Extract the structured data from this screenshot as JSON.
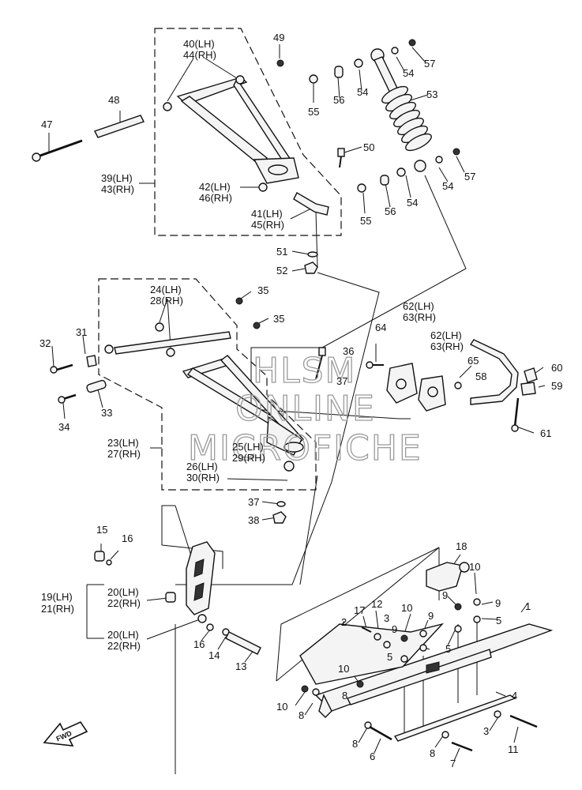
{
  "watermark": {
    "line1": "HLSM",
    "line2": "ONLINE",
    "line3": "MICROFICHE"
  },
  "fwd_label": "FWD",
  "labels": [
    {
      "id": "l49",
      "text": "49"
    },
    {
      "id": "l40",
      "text": "40(LH)"
    },
    {
      "id": "l44",
      "text": "44(RH)"
    },
    {
      "id": "l48",
      "text": "48"
    },
    {
      "id": "l47",
      "text": "47"
    },
    {
      "id": "l39",
      "text": "39(LH)"
    },
    {
      "id": "l43",
      "text": "43(RH)"
    },
    {
      "id": "l42",
      "text": "42(LH)"
    },
    {
      "id": "l46",
      "text": "46(RH)"
    },
    {
      "id": "l41",
      "text": "41(LH)"
    },
    {
      "id": "l45",
      "text": "45(RH)"
    },
    {
      "id": "l50",
      "text": "50"
    },
    {
      "id": "l51",
      "text": "51"
    },
    {
      "id": "l52",
      "text": "52"
    },
    {
      "id": "l57a",
      "text": "57"
    },
    {
      "id": "l54a",
      "text": "54"
    },
    {
      "id": "l53",
      "text": "53"
    },
    {
      "id": "l54b",
      "text": "54"
    },
    {
      "id": "l55a",
      "text": "55"
    },
    {
      "id": "l56a",
      "text": "56"
    },
    {
      "id": "l57b",
      "text": "57"
    },
    {
      "id": "l54c",
      "text": "54"
    },
    {
      "id": "l54d",
      "text": "54"
    },
    {
      "id": "l55b",
      "text": "55"
    },
    {
      "id": "l56b",
      "text": "56"
    },
    {
      "id": "l24",
      "text": "24(LH)"
    },
    {
      "id": "l28",
      "text": "28(RH)"
    },
    {
      "id": "l35a",
      "text": "35"
    },
    {
      "id": "l35b",
      "text": "35"
    },
    {
      "id": "l31",
      "text": "31"
    },
    {
      "id": "l32",
      "text": "32"
    },
    {
      "id": "l33",
      "text": "33"
    },
    {
      "id": "l34",
      "text": "34"
    },
    {
      "id": "l23",
      "text": "23(LH)"
    },
    {
      "id": "l27",
      "text": "27(RH)"
    },
    {
      "id": "l36",
      "text": "36"
    },
    {
      "id": "l37a",
      "text": "37"
    },
    {
      "id": "l25",
      "text": "25(LH)"
    },
    {
      "id": "l29",
      "text": "29(RH)"
    },
    {
      "id": "l26",
      "text": "26(LH)"
    },
    {
      "id": "l30",
      "text": "30(RH)"
    },
    {
      "id": "l37b",
      "text": "37"
    },
    {
      "id": "l38",
      "text": "38"
    },
    {
      "id": "l62a",
      "text": "62(LH)"
    },
    {
      "id": "l63a",
      "text": "63(RH)"
    },
    {
      "id": "l64",
      "text": "64"
    },
    {
      "id": "l62b",
      "text": "62(LH)"
    },
    {
      "id": "l63b",
      "text": "63(RH)"
    },
    {
      "id": "l65",
      "text": "65"
    },
    {
      "id": "l60",
      "text": "60"
    },
    {
      "id": "l58",
      "text": "58"
    },
    {
      "id": "l59",
      "text": "59"
    },
    {
      "id": "l61",
      "text": "61"
    },
    {
      "id": "l15",
      "text": "15"
    },
    {
      "id": "l16a",
      "text": "16"
    },
    {
      "id": "l19",
      "text": "19(LH)"
    },
    {
      "id": "l21",
      "text": "21(RH)"
    },
    {
      "id": "l20a",
      "text": "20(LH)"
    },
    {
      "id": "l22a",
      "text": "22(RH)"
    },
    {
      "id": "l20b",
      "text": "20(LH)"
    },
    {
      "id": "l22b",
      "text": "22(RH)"
    },
    {
      "id": "l16b",
      "text": "16"
    },
    {
      "id": "l14",
      "text": "14"
    },
    {
      "id": "l13",
      "text": "13"
    },
    {
      "id": "l18",
      "text": "18"
    },
    {
      "id": "l10a",
      "text": "10"
    },
    {
      "id": "l9a",
      "text": "9"
    },
    {
      "id": "l9b",
      "text": "9"
    },
    {
      "id": "l5a",
      "text": "5"
    },
    {
      "id": "l1",
      "text": "1"
    },
    {
      "id": "l17",
      "text": "17"
    },
    {
      "id": "l12",
      "text": "12"
    },
    {
      "id": "l10b",
      "text": "10"
    },
    {
      "id": "l2",
      "text": "2"
    },
    {
      "id": "l3a",
      "text": "3"
    },
    {
      "id": "l9c",
      "text": "9"
    },
    {
      "id": "l9d",
      "text": "9"
    },
    {
      "id": "l5b",
      "text": "5"
    },
    {
      "id": "l5c",
      "text": "5"
    },
    {
      "id": "l10c",
      "text": "10"
    },
    {
      "id": "l8a",
      "text": "8"
    },
    {
      "id": "l10d",
      "text": "10"
    },
    {
      "id": "l8b",
      "text": "8"
    },
    {
      "id": "l4",
      "text": "4"
    },
    {
      "id": "l3b",
      "text": "3"
    },
    {
      "id": "l11",
      "text": "11"
    },
    {
      "id": "l8c",
      "text": "8"
    },
    {
      "id": "l6",
      "text": "6"
    },
    {
      "id": "l8d",
      "text": "8"
    },
    {
      "id": "l7",
      "text": "7"
    }
  ]
}
